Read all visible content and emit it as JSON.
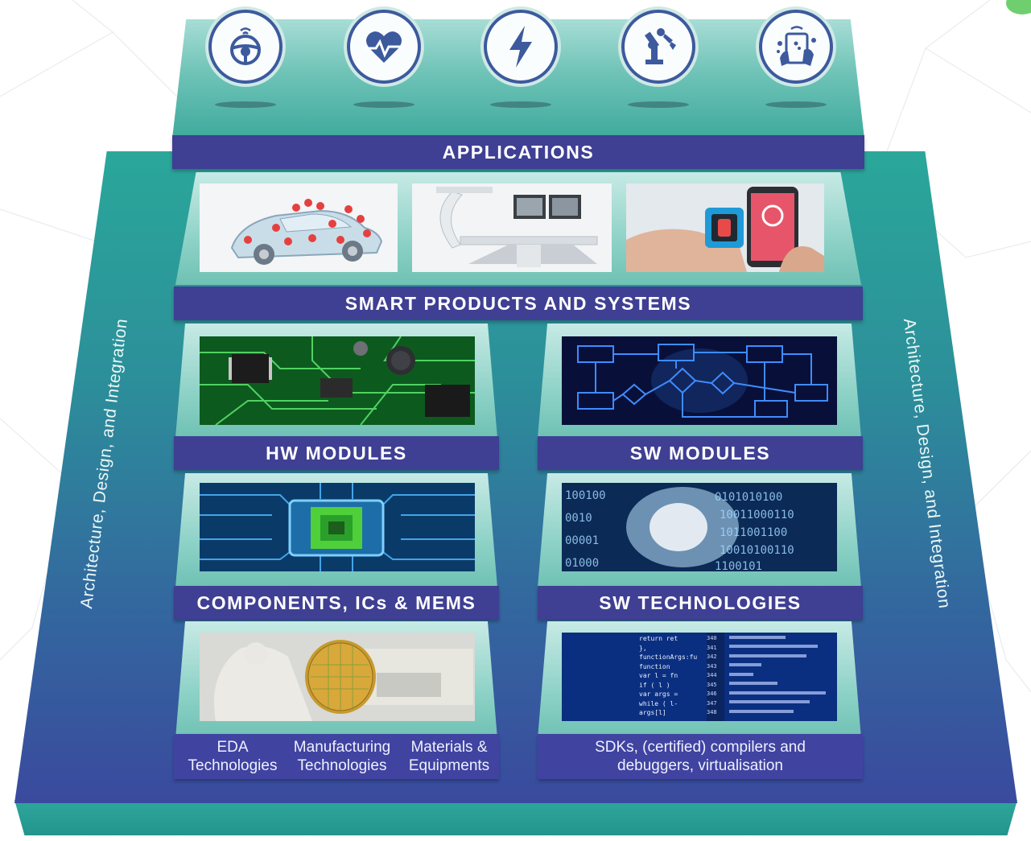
{
  "side_labels": {
    "left": "Architecture, Design, and Integration",
    "right": "Architecture, Design, and Integration"
  },
  "applications": {
    "title": "APPLICATIONS",
    "icons": [
      "steering-wheel-icon",
      "heart-pulse-icon",
      "lightning-bolt-icon",
      "robot-arm-icon",
      "touch-tablet-icon"
    ]
  },
  "smart_products": {
    "title": "SMART PRODUCTS AND SYSTEMS"
  },
  "hw_modules": {
    "title": "HW MODULES"
  },
  "sw_modules": {
    "title": "SW MODULES"
  },
  "components": {
    "title": "COMPONENTS, ICs & MEMS"
  },
  "sw_technologies": {
    "title": "SW TECHNOLOGIES"
  },
  "hw_base": {
    "items": [
      {
        "line1": "EDA",
        "line2": "Technologies"
      },
      {
        "line1": "Manufacturing",
        "line2": "Technologies"
      },
      {
        "line1": "Materials &",
        "line2": "Equipments"
      }
    ]
  },
  "sw_base": {
    "line1": "SDKs, (certified) compilers and",
    "line2": "debuggers, virtualisation"
  },
  "code_snippet": {
    "left": [
      "return ret",
      "},",
      "functionArgs:fu",
      "function",
      "var l = fn",
      "if ( l )",
      "var args =",
      "while ( l-",
      "args[l]"
    ],
    "line_numbers": [
      "340",
      "341",
      "342",
      "343",
      "344",
      "345",
      "346",
      "347",
      "348"
    ]
  },
  "colors": {
    "band": "#3f3f93",
    "teal": "#2aa79a",
    "navy": "#3a4a9e",
    "icon": "#3c5a9d"
  }
}
